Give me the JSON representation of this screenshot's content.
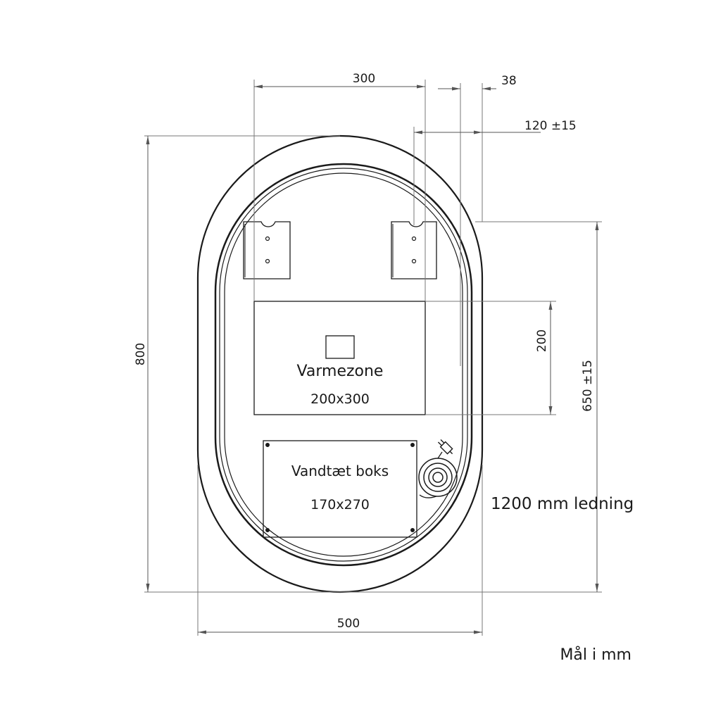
{
  "dimensions": {
    "width_top": "300",
    "depth": "38",
    "bracket_offset": "120 ±15",
    "height": "800",
    "heat_zone_height": "200",
    "bracket_height": "650 ±15",
    "width_bottom": "500"
  },
  "heat_zone": {
    "label": "Varmezone",
    "size": "200x300"
  },
  "waterproof_box": {
    "label": "Vandtæt boks",
    "size": "170x270"
  },
  "cable": {
    "label": "1200 mm ledning",
    "icon": "power-plug-icon"
  },
  "units_note": "Mål i mm",
  "colors": {
    "line": "#1a1a1a",
    "dimension": "#555555"
  }
}
